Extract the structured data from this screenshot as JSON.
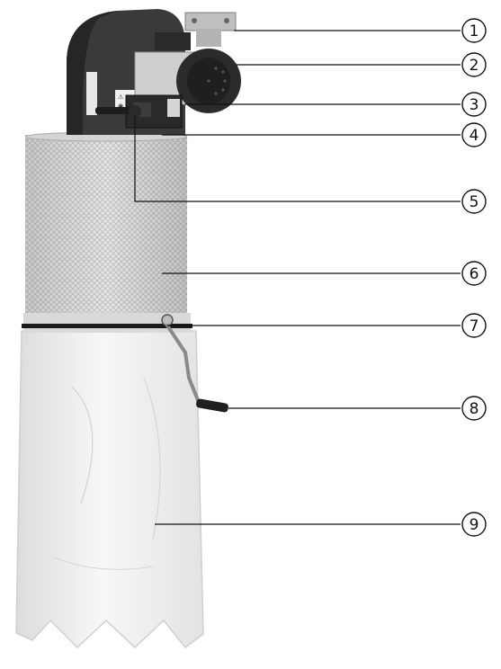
{
  "callouts": [
    {
      "id": "1",
      "label": "1"
    },
    {
      "id": "2",
      "label": "2"
    },
    {
      "id": "3",
      "label": "3"
    },
    {
      "id": "4",
      "label": "4"
    },
    {
      "id": "5",
      "label": "5"
    },
    {
      "id": "6",
      "label": "6"
    },
    {
      "id": "7",
      "label": "7"
    },
    {
      "id": "8",
      "label": "8"
    },
    {
      "id": "9",
      "label": "9"
    }
  ],
  "colors": {
    "housing": "#3a3a3a",
    "housing_dark": "#1f1f1f",
    "motor": "#2b2b2b",
    "filter_bg": "#e2e2e2",
    "filter_line": "#bdbdbd",
    "clamp": "#1a1a1a",
    "bag": "#f4f4f4",
    "bag_edge": "#cfcfcf",
    "leader": "#111111"
  }
}
